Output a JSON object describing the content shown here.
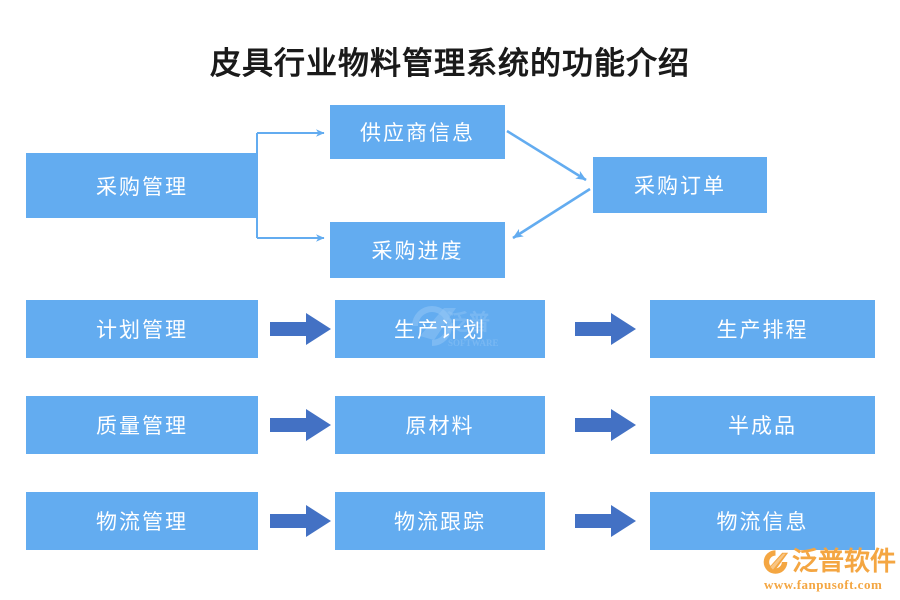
{
  "title": "皮具行业物料管理系统的功能介绍",
  "colors": {
    "node_fill": "#63ACF0",
    "node_text": "#FFFFFF",
    "connector_line": "#63ACF0",
    "block_arrow": "#4371C4",
    "title_text": "#1A1A1A",
    "logo": "#F4A642",
    "background": "#FFFFFF"
  },
  "purchase_group": {
    "source": {
      "label": "采购管理"
    },
    "branches": [
      {
        "label": "供应商信息"
      },
      {
        "label": "采购进度"
      }
    ],
    "target": {
      "label": "采购订单"
    }
  },
  "flow_rows": [
    {
      "id": "planning",
      "left": "计划管理",
      "middle": "生产计划",
      "right": "生产排程"
    },
    {
      "id": "quality",
      "left": "质量管理",
      "middle": "原材料",
      "right": "半成品"
    },
    {
      "id": "logistics",
      "left": "物流管理",
      "middle": "物流跟踪",
      "right": "物流信息"
    }
  ],
  "logo": {
    "wordmark": "泛普软件",
    "url": "www.fanpusoft.com"
  }
}
